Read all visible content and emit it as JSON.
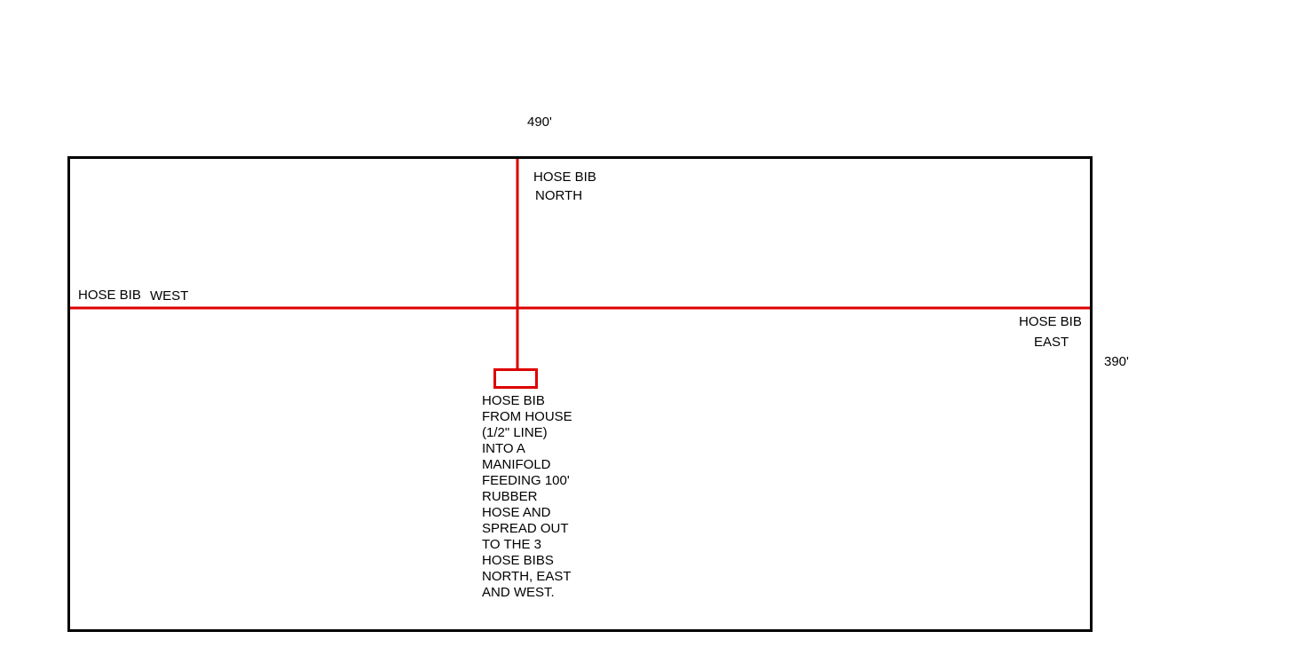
{
  "colors": {
    "background": "#ffffff",
    "outline": "#000000",
    "pipe": "#dd0000"
  },
  "labels": {
    "width_dim": "490'",
    "height_dim": "390'",
    "north_line1": "HOSE BIB",
    "north_line2": "NORTH",
    "west_line1": "HOSE BIB",
    "west_line2": "WEST",
    "east_line1": "HOSE BIB",
    "east_line2": "EAST"
  },
  "manifold_note": "HOSE BIB\nFROM HOUSE\n(1/2\" LINE)\nINTO A\nMANIFOLD\nFEEDING 100'\nRUBBER\nHOSE AND\nSPREAD OUT\nTO THE 3\nHOSE BIBS\nNORTH, EAST\nAND WEST."
}
